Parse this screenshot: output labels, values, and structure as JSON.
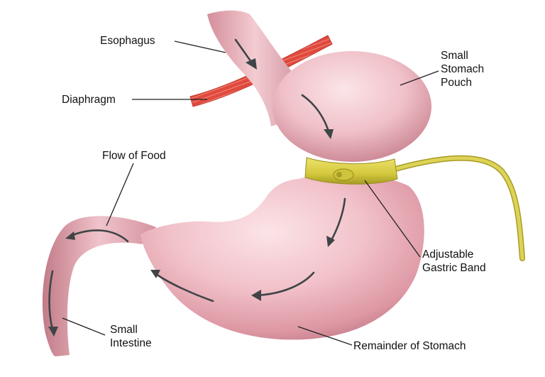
{
  "labels": {
    "esophagus": "Esophagus",
    "diaphragm": "Diaphragm",
    "flow_of_food": "Flow of Food",
    "small_stomach_pouch": [
      "Small",
      "Stomach",
      "Pouch"
    ],
    "adjustable_gastric_band": [
      "Adjustable",
      "Gastric Band"
    ],
    "small_intestine": [
      "Small",
      "Intestine"
    ],
    "remainder_of_stomach": "Remainder of Stomach"
  },
  "colors": {
    "stomach_light": "#f7d3d8",
    "stomach_mid": "#e7a8b2",
    "stomach_dark": "#b86a78",
    "diaphragm": "#e0453a",
    "band": "#d9cf4a",
    "band_dark": "#a79c22",
    "arrow": "#3f4447",
    "leader": "#222222"
  }
}
